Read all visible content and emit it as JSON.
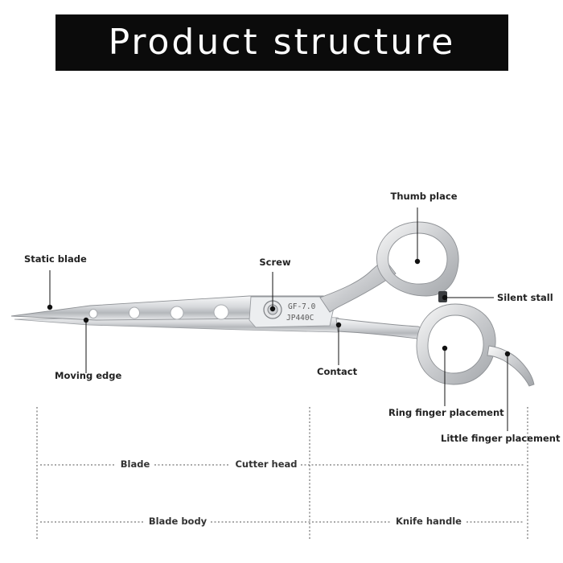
{
  "title": "Product structure",
  "engraving": {
    "line1": "GF-7.0",
    "line2": "JP440C"
  },
  "labels": {
    "thumb_place": "Thumb place",
    "static_blade": "Static blade",
    "screw": "Screw",
    "silent_stall": "Silent stall",
    "moving_edge": "Moving edge",
    "contact": "Contact",
    "ring_finger": "Ring finger placement",
    "little_finger": "Little finger placement"
  },
  "dimensions": {
    "blade": "Blade",
    "cutter_head": "Cutter head",
    "blade_body": "Blade body",
    "knife_handle": "Knife handle"
  },
  "colors": {
    "title_bg": "#0b0b0b",
    "title_text": "#ffffff",
    "steel_light": "#f4f5f6",
    "steel_dark": "#8e9195"
  }
}
